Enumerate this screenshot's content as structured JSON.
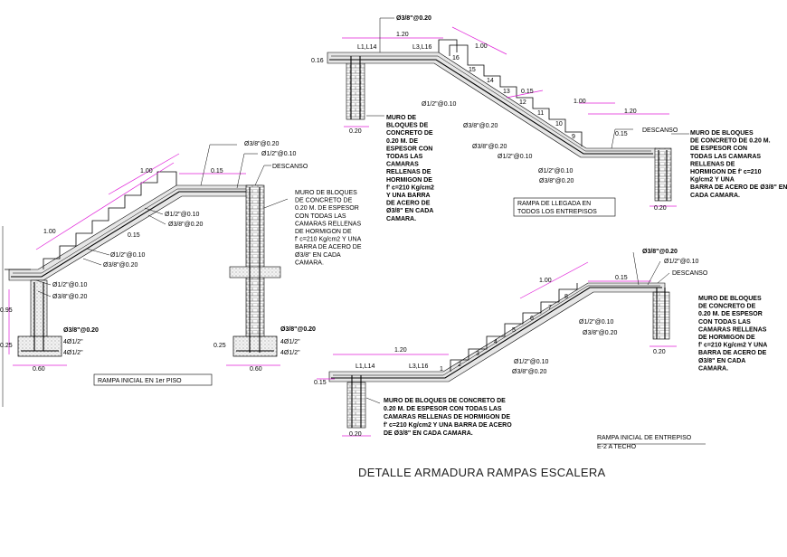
{
  "title": "DETALLE ARMADURA RAMPAS ESCALERA",
  "d1": {
    "label": "RAMPA INICIAL EN 1er PISO",
    "rebar_top1": "Ø3/8\"@0.20",
    "rebar_top2": "Ø1/2\"@0.10",
    "descanso": "DESCANSO",
    "dim_015a": "0.15",
    "dim_100a": "1.00",
    "dim_100b": "1.00",
    "dim_015b": "0.15",
    "r_mid1": "Ø1/2\"@0.10",
    "r_mid2": "Ø3/8\"@0.20",
    "r_low1": "Ø1/2\"@0.10",
    "r_low2": "Ø3/8\"@0.20",
    "r_foot1": "Ø1/2\"@0.10",
    "r_foot2": "Ø3/8\"@0.20",
    "r_base1": "Ø3/8\"@0.20",
    "r_base2": "4Ø1/2\"",
    "r_base3": "4Ø1/2\"",
    "r_base4": "Ø3/8\"@0.20",
    "r_base5": "4Ø1/2\"",
    "r_base6": "4Ø1/2\"",
    "dim_095": "0.95",
    "dim_025a": "0.25",
    "dim_060a": "0.60",
    "dim_025b": "0.25",
    "dim_060b": "0.60",
    "note": [
      "MURO DE BLOQUES",
      "DE CONCRETO DE",
      "0.20 M. DE ESPESOR",
      "CON TODAS LAS",
      "CAMARAS RELLENAS",
      "DE HORMIGON DE",
      "f' c=210 Kg/cm2 Y UNA",
      "BARRA DE ACERO DE",
      "Ø3/8\" EN CADA",
      "CAMARA."
    ]
  },
  "d2": {
    "label1": "RAMPA DE LLEGADA EN",
    "label2": "TODOS LOS ENTREPISOS",
    "rebar_top": "Ø3/8\"@0.20",
    "dim_120": "1.20",
    "tag_l1l14": "L1,L14",
    "tag_l3l16": "L3,L16",
    "dim_016": "0.16",
    "dim_100a": "1.00",
    "dim_015a": "0.15",
    "dim_100b": "1.00",
    "dim_120b": "1.20",
    "dim_015b": "0.15",
    "descanso": "DESCANSO",
    "r1": "Ø1/2\"@0.10",
    "r2": "Ø3/8\"@0.20",
    "r3": "Ø3/8\"@0.20",
    "r4": "Ø1/2\"@0.10",
    "r5": "Ø1/2\"@0.10",
    "r6": "Ø3/8\"@0.20",
    "dim_020a": "0.20",
    "dim_020b": "0.20",
    "steps": [
      "16",
      "15",
      "14",
      "13",
      "12",
      "11",
      "10",
      "9"
    ],
    "note_left": [
      "MURO DE",
      "BLOQUES DE",
      "CONCRETO DE",
      "0.20 M. DE",
      "ESPESOR CON",
      "TODAS LAS",
      "CAMARAS",
      "RELLENAS DE",
      "HORMIGON DE",
      "f' c=210 Kg/cm2",
      "Y UNA BARRA",
      "DE ACERO DE",
      "Ø3/8\" EN CADA",
      "CAMARA."
    ],
    "note_right": [
      "MURO DE BLOQUES",
      "DE CONCRETO DE 0.20 M.",
      "DE ESPESOR CON",
      "TODAS LAS CAMARAS",
      "RELLENAS DE",
      "HORMIGON DE f' c=210",
      "Kg/cm2 Y UNA",
      "BARRA DE ACERO DE Ø3/8\" EN",
      "CADA CAMARA."
    ]
  },
  "d3": {
    "label1": "RAMPA INICIAL DE ENTREPISO",
    "label2": "E-2 A TECHO",
    "rebar_top1": "Ø3/8\"@0.20",
    "rebar_top2": "Ø1/2\"@0.10",
    "descanso": "DESCANSO",
    "dim_015a": "0.15",
    "dim_100": "1.00",
    "dim_120": "1.20",
    "dim_015b": "0.15",
    "tag_l1l14": "L1,L14",
    "tag_l3l16": "L3,L16",
    "r1": "Ø1/2\"@0.10",
    "r2": "Ø3/8\"@0.20",
    "r3": "Ø1/2\"@0.10",
    "r4": "Ø3/8\"@0.20",
    "dim_020a": "0.20",
    "dim_020b": "0.20",
    "steps": [
      "8",
      "7",
      "6",
      "5",
      "4",
      "3",
      "2",
      "1"
    ],
    "note_right": [
      "MURO DE BLOQUES",
      "DE CONCRETO DE",
      "0.20 M. DE ESPESOR",
      "CON TODAS LAS",
      "CAMARAS RELLENAS",
      "DE HORMIGON DE",
      "f' c=210 Kg/cm2 Y UNA",
      "BARRA DE ACERO DE",
      "Ø3/8\" EN CADA",
      "CAMARA."
    ],
    "note_bottom": [
      "MURO DE BLOQUES DE CONCRETO DE",
      "0.20 M. DE ESPESOR CON TODAS LAS",
      "CAMARAS RELLENAS DE HORMIGON DE",
      "f' c=210 Kg/cm2 Y UNA BARRA DE ACERO",
      "DE Ø3/8\" EN CADA CAMARA."
    ]
  }
}
